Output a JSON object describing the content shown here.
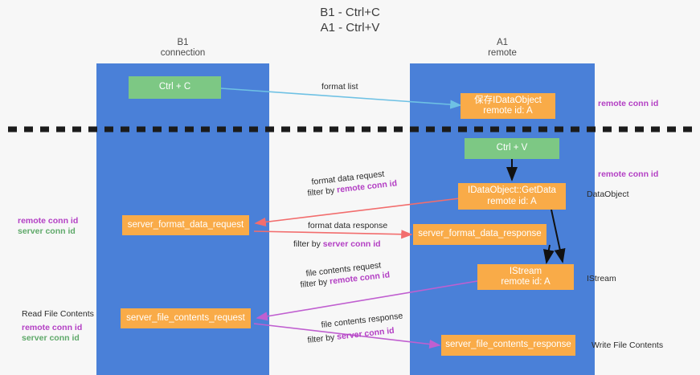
{
  "title": "B1 - Ctrl+C\nA1 - Ctrl+V",
  "colors": {
    "lane": "#4a80d8",
    "green_box": "#7dc884",
    "orange_box": "#f9ab48",
    "remote_conn_id": "#b33fc4",
    "server_conn_id": "#5fa96a",
    "arrow_blue": "#6ec1e4",
    "arrow_red": "#f26d6d",
    "arrow_purple": "#c05fd0",
    "arrow_black": "#111111",
    "divider": "#1b1b1b",
    "background": "#f7f7f7"
  },
  "columns": [
    {
      "name": "B1",
      "subtitle": "connection"
    },
    {
      "name": "A1",
      "subtitle": "remote"
    }
  ],
  "boxes": {
    "ctrl_c": "Ctrl + C",
    "ctrl_v": "Ctrl + V",
    "save_idataobject": "保存IDataObject\nremote id: A",
    "idataobject_getdata": "IDataObject::GetData\nremote id: A",
    "istream": "IStream\nremote id: A",
    "server_format_data_request": "server_format_data_request",
    "server_format_data_response": "server_format_data_response",
    "server_file_contents_request": "server_file_contents_request",
    "server_file_contents_response": "server_file_contents_response"
  },
  "edge_labels": {
    "format_list": "format list",
    "format_data_request": "format data request",
    "format_data_request_filter_prefix": "filter by ",
    "format_data_request_filter_key": "remote conn id",
    "format_data_response": "format data response",
    "format_data_response_filter_prefix": "filter by ",
    "format_data_response_filter_key": "server conn id",
    "file_contents_request": "file contents request",
    "file_contents_request_filter_prefix": "filter by ",
    "file_contents_request_filter_key": "remote conn id",
    "file_contents_response": "file contents response",
    "file_contents_response_filter_prefix": "filter by ",
    "file_contents_response_filter_key": "server conn id"
  },
  "annotations": {
    "right_remote_conn_id_top": "remote conn id",
    "right_remote_conn_id_mid": "remote conn id",
    "right_dataobject": "DataObject",
    "right_istream": "IStream",
    "right_write_file_contents": "Write File Contents",
    "left_remote_conn_id": "remote conn id",
    "left_server_conn_id": "server conn id",
    "left_read_file_contents": "Read File Contents",
    "left_remote_conn_id_2": "remote conn id",
    "left_server_conn_id_2": "server conn id"
  }
}
